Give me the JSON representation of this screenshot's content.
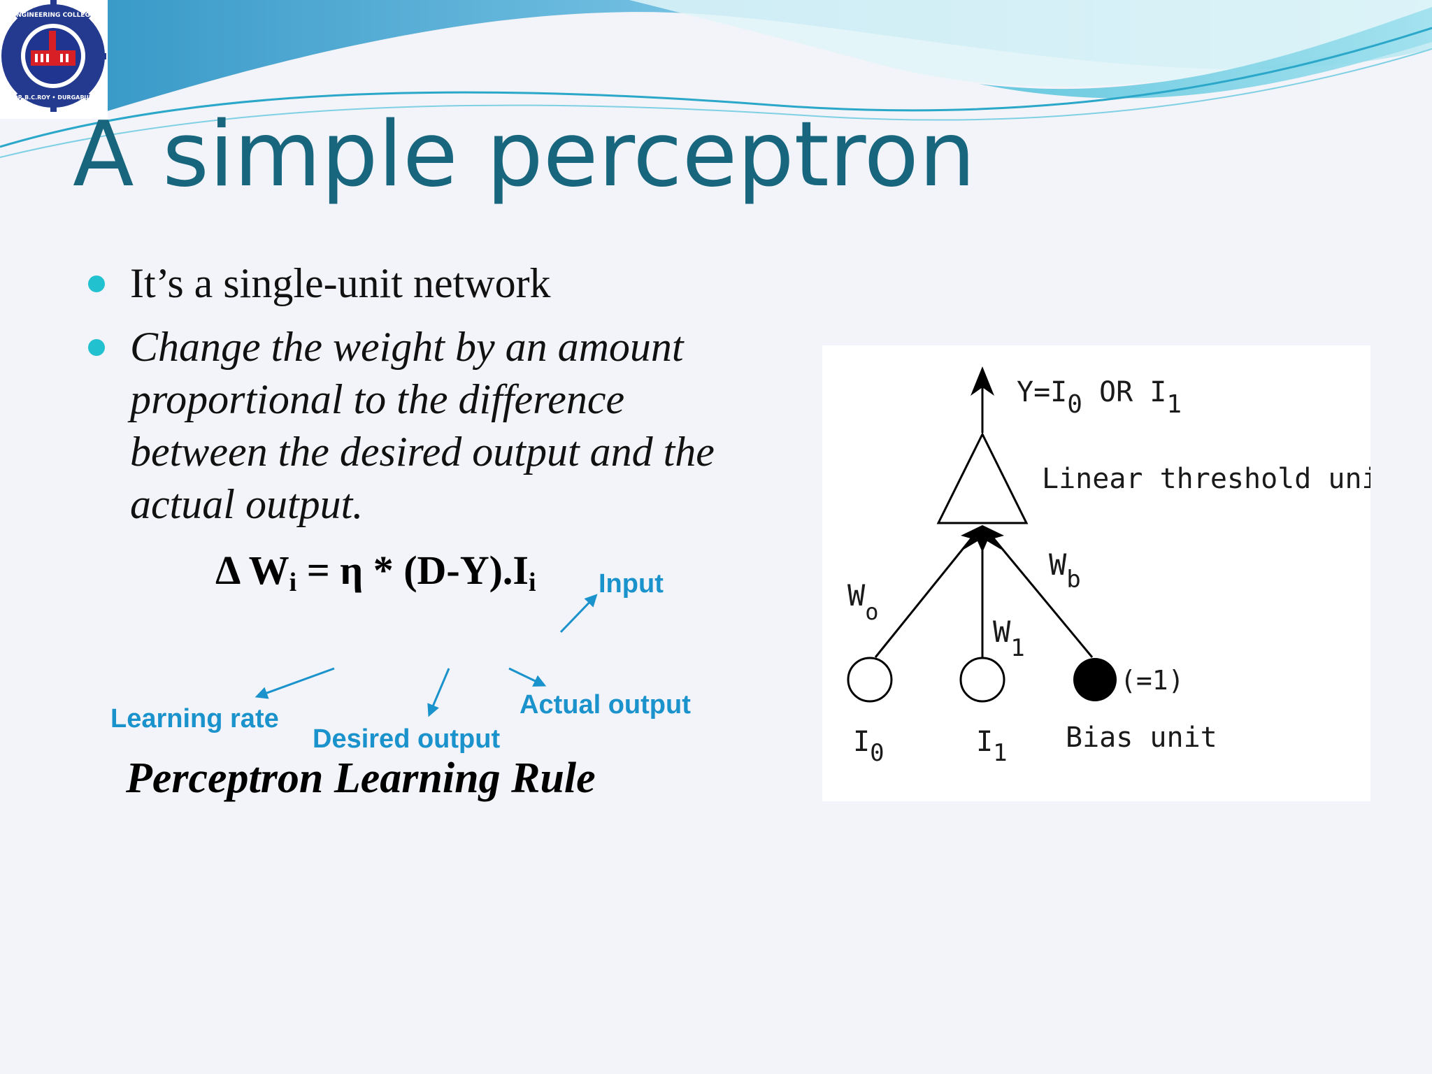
{
  "slide": {
    "title": "A simple perceptron",
    "colors": {
      "title": "#17667d",
      "bullet": "#21c1cf",
      "annotation": "#1a92cc",
      "wave": "#5cc9e0"
    }
  },
  "logo": {
    "ring_text_top": "ENGINEERING COLLEGE",
    "ring_text_bottom": "DR.B.C.ROY • DURGAPUR"
  },
  "bullets": [
    {
      "text": "It’s a single-unit network",
      "style": "normal"
    },
    {
      "text": "Change the weight by an amount proportional to the difference between the desired output and the actual output.",
      "style": "italic"
    }
  ],
  "formula": {
    "lhs": "Δ W",
    "lhs_sub": "i",
    "eq": " = η * (D-Y).I",
    "rhs_sub": "i"
  },
  "annotations": {
    "input": "Input",
    "learning_rate": "Learning rate",
    "desired_output": "Desired output",
    "actual_output": "Actual output"
  },
  "rule_name": "Perceptron Learning Rule",
  "diagram": {
    "output": {
      "main": "Y=I",
      "sub0": "0",
      "mid": " OR I",
      "sub1": "1"
    },
    "unit_label": "Linear threshold unit",
    "weights": {
      "w0": "W",
      "w0_sub": "o",
      "w1": "W",
      "w1_sub": "1",
      "wb": "W",
      "wb_sub": "b"
    },
    "inputs": {
      "i0": "I",
      "i0_sub": "0",
      "i1": "I",
      "i1_sub": "1"
    },
    "bias_value": "(=1)",
    "bias_label": "Bias unit"
  }
}
